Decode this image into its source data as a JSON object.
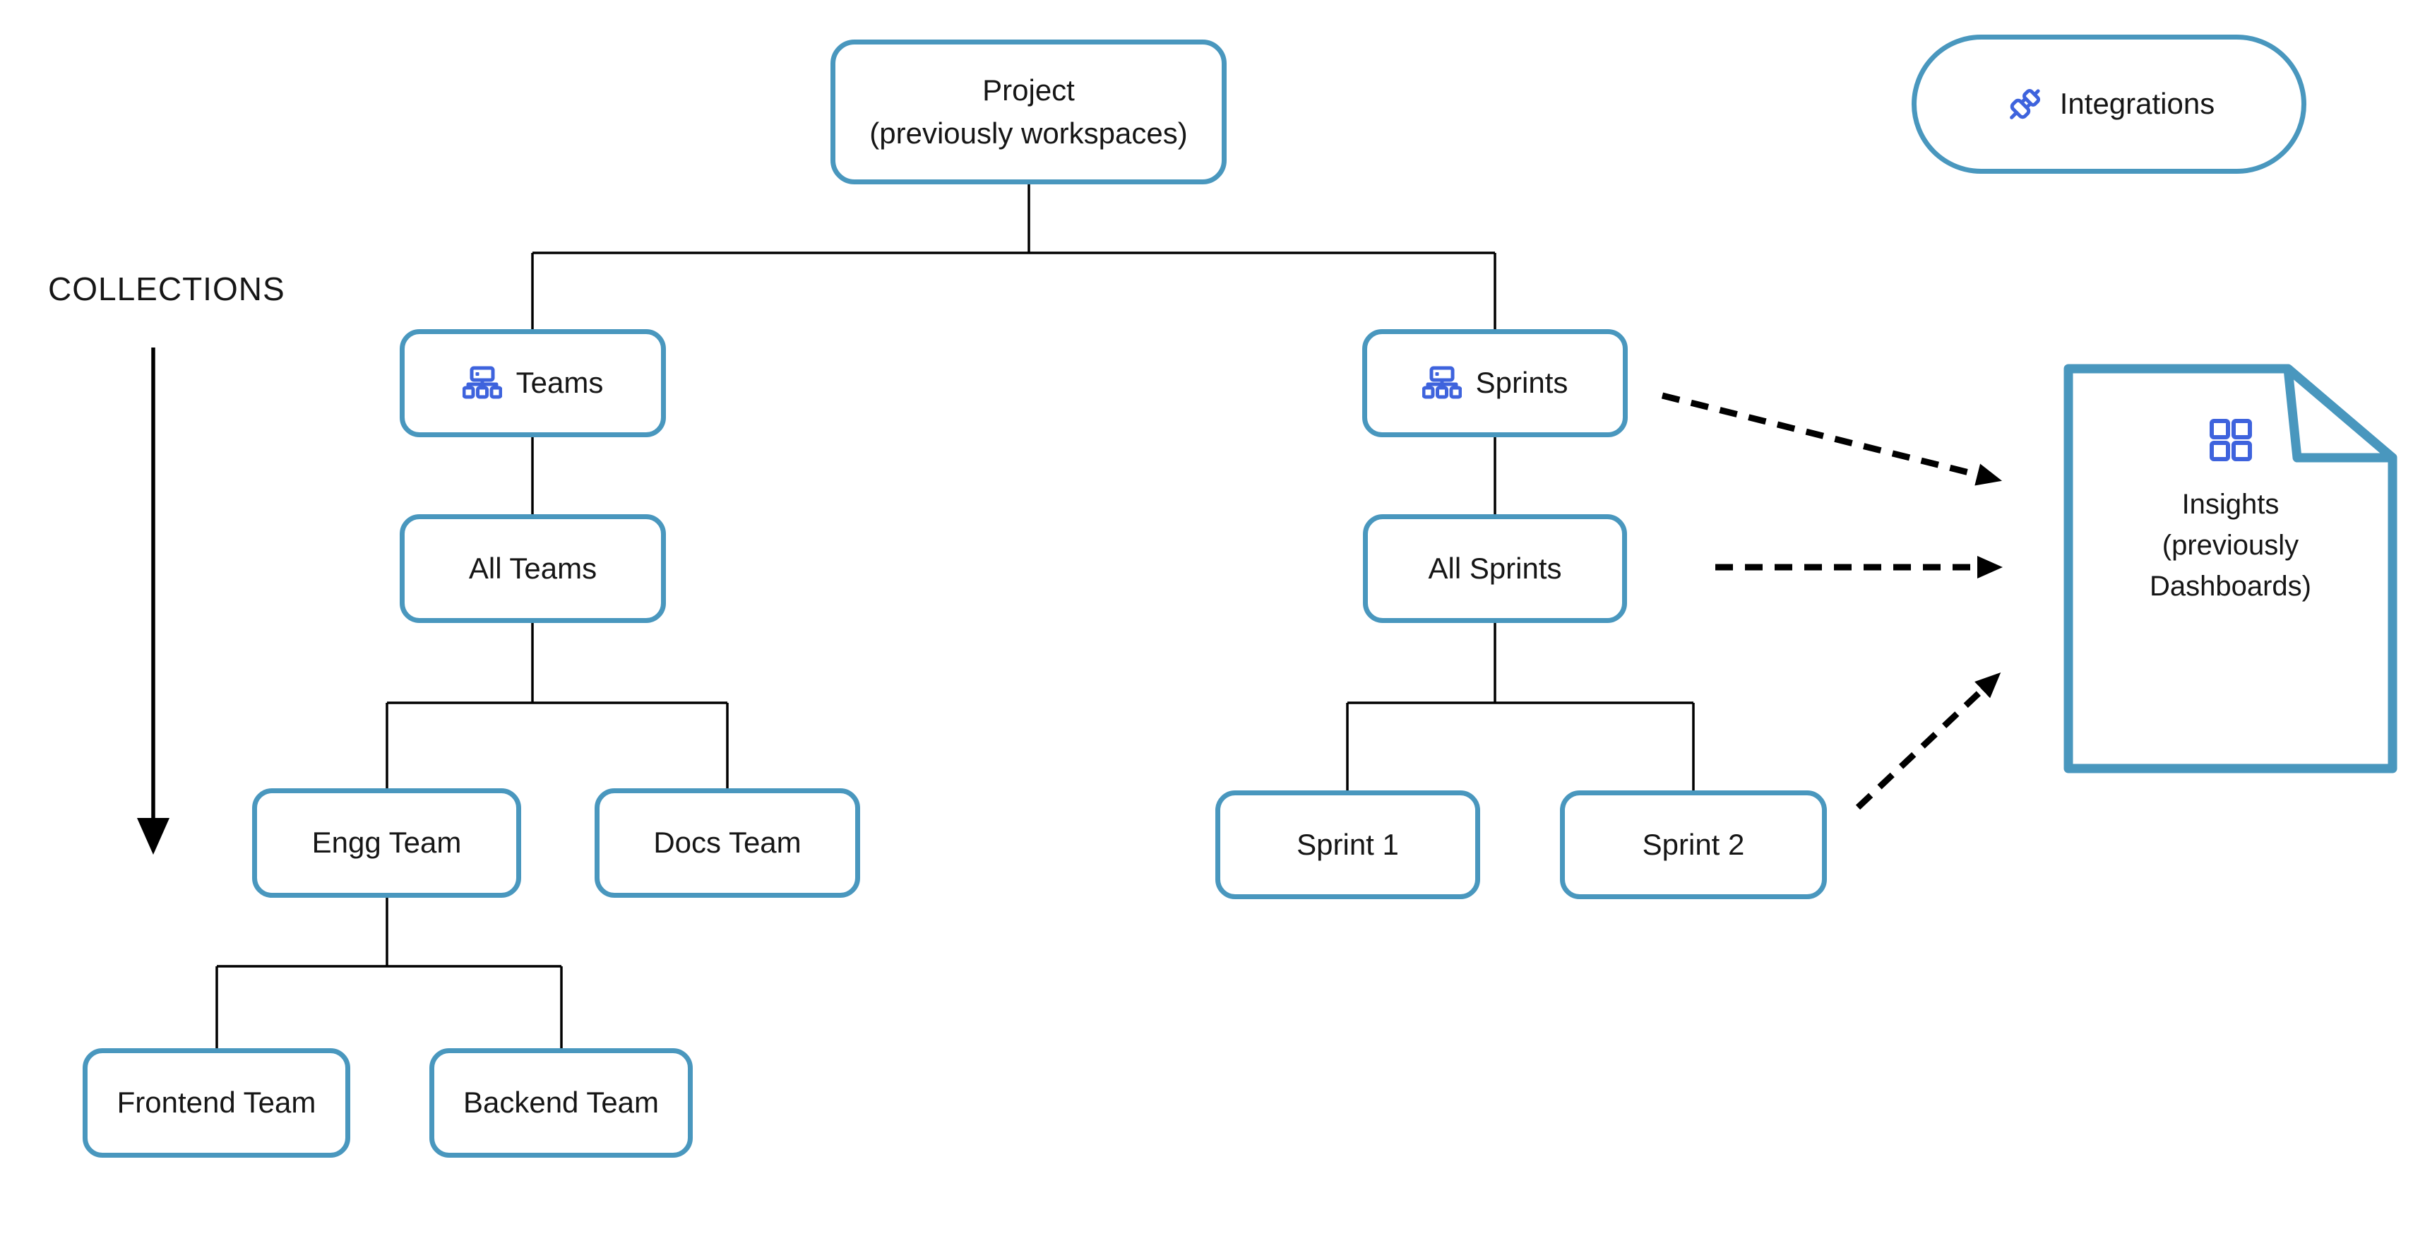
{
  "colors": {
    "node_border": "#4997BE",
    "icon_blue": "#3E63DD",
    "line": "#000000",
    "text": "#161616"
  },
  "annotations": {
    "collections_label": "COLLECTIONS"
  },
  "nodes": {
    "project": {
      "label": "Project\n(previously workspaces)"
    },
    "integrations": {
      "label": "Integrations",
      "icon": "plug-connection-icon"
    },
    "teams": {
      "label": "Teams",
      "icon": "org-chart-icon"
    },
    "all_teams": {
      "label": "All Teams"
    },
    "engg_team": {
      "label": "Engg Team"
    },
    "docs_team": {
      "label": "Docs Team"
    },
    "frontend_team": {
      "label": "Frontend Team"
    },
    "backend_team": {
      "label": "Backend Team"
    },
    "sprints": {
      "label": "Sprints",
      "icon": "org-chart-icon"
    },
    "all_sprints": {
      "label": "All Sprints"
    },
    "sprint_1": {
      "label": "Sprint 1"
    },
    "sprint_2": {
      "label": "Sprint 2"
    },
    "insights": {
      "label": "Insights\n(previously\nDashboards)",
      "icon": "grid-icon"
    }
  },
  "edges": [
    {
      "from": "project",
      "to": "teams",
      "style": "solid"
    },
    {
      "from": "project",
      "to": "sprints",
      "style": "solid"
    },
    {
      "from": "teams",
      "to": "all_teams",
      "style": "solid"
    },
    {
      "from": "all_teams",
      "to": "engg_team",
      "style": "solid"
    },
    {
      "from": "all_teams",
      "to": "docs_team",
      "style": "solid"
    },
    {
      "from": "engg_team",
      "to": "frontend_team",
      "style": "solid"
    },
    {
      "from": "engg_team",
      "to": "backend_team",
      "style": "solid"
    },
    {
      "from": "sprints",
      "to": "all_sprints",
      "style": "solid"
    },
    {
      "from": "all_sprints",
      "to": "sprint_1",
      "style": "solid"
    },
    {
      "from": "all_sprints",
      "to": "sprint_2",
      "style": "solid"
    },
    {
      "from": "sprints",
      "to": "insights",
      "style": "dashed-arrow"
    },
    {
      "from": "all_sprints",
      "to": "insights",
      "style": "dashed-arrow"
    },
    {
      "from": "sprint_2",
      "to": "insights",
      "style": "dashed-arrow"
    }
  ]
}
